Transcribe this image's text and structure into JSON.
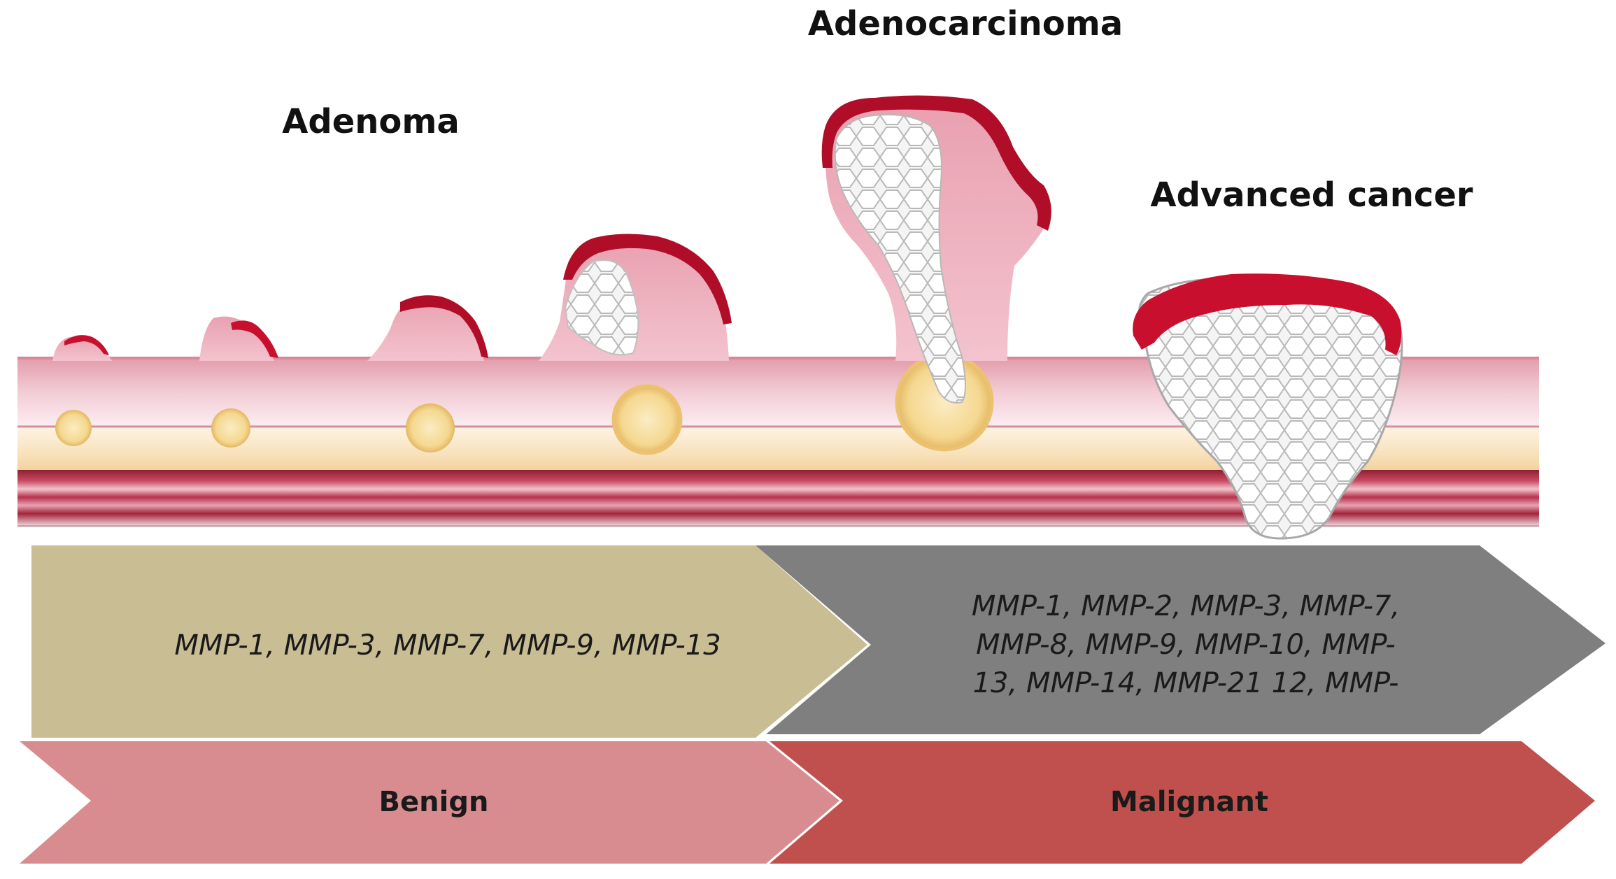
{
  "stages": {
    "adenoma": "Adenoma",
    "adenocarcinoma": "Adenocarcinoma",
    "advanced_cancer": "Advanced cancer"
  },
  "mmp": {
    "benign_list": "MMP-1, MMP-3, MMP-7, MMP-9, MMP-13",
    "malignant_lines": [
      "MMP-1, MMP-2, MMP-3, MMP-7,",
      "MMP-8,  MMP-9, MMP-10, MMP-",
      "13, MMP-14, MMP-21 12, MMP-"
    ]
  },
  "bands": {
    "benign": "Benign",
    "malignant": "Malignant"
  },
  "colors": {
    "benign_arrow": "#c9bd93",
    "malignant_arrow": "#7f7f7f",
    "benign_band": "#d98c8f",
    "malignant_band": "#c0504d",
    "tissue_pink": "#e8a5b1",
    "tumor_red": "#c8102e"
  }
}
